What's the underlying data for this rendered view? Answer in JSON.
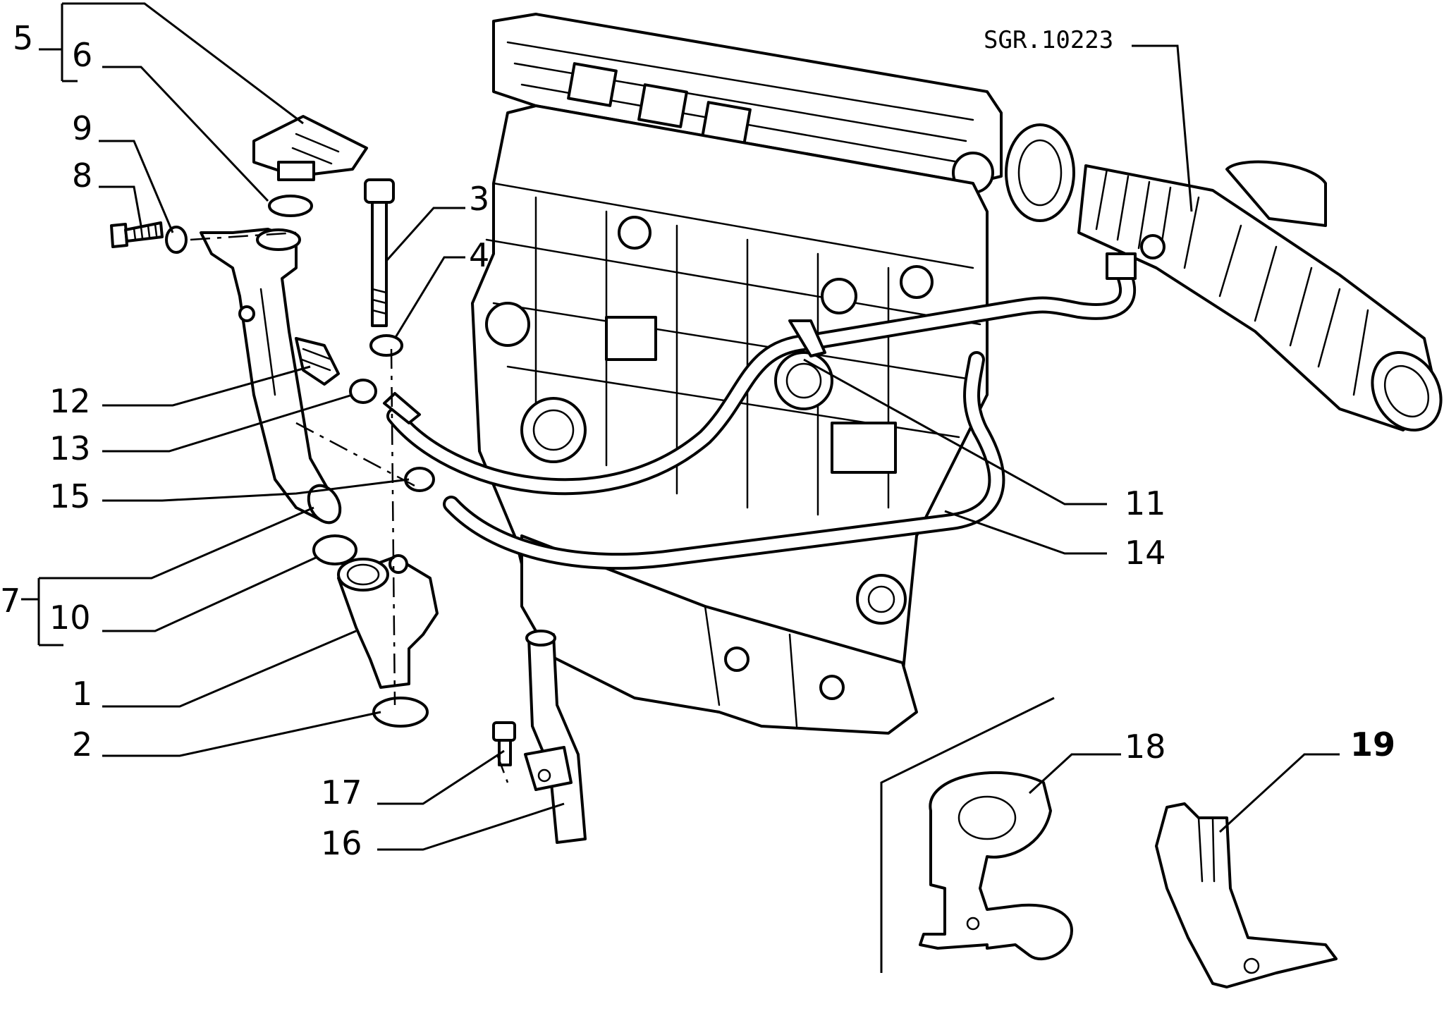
{
  "drawing_ref": "SGR.10223",
  "callouts": {
    "c1": "1",
    "c2": "2",
    "c3": "3",
    "c4": "4",
    "c5": "5",
    "c6": "6",
    "c7": "7",
    "c8": "8",
    "c9": "9",
    "c10": "10",
    "c11": "11",
    "c12": "12",
    "c13": "13",
    "c14": "14",
    "c15": "15",
    "c16": "16",
    "c17": "17",
    "c18": "18",
    "c19": "19"
  }
}
